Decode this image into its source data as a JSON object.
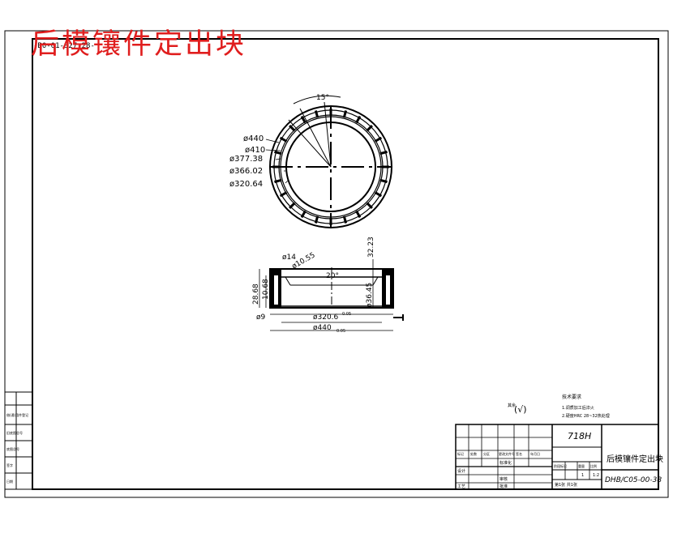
{
  "title": "后模镶件定出块",
  "drawing_id": "-B0-01-S27-28-",
  "front_view": {
    "angle_label": "15°",
    "diameters": [
      "ø440",
      "ø410",
      "ø377.38",
      "ø366.02",
      "ø320.64"
    ]
  },
  "section_view": {
    "dims": {
      "d14": "ø14",
      "d10_55": "ø10.55",
      "r32_23": "32.23",
      "angle20": "20°",
      "h28_68": "28.68",
      "h10_68": "10.68",
      "d36_45": "ø36.45",
      "d9": "ø9",
      "d320_6": "ø320.6",
      "d440": "ø440",
      "small_tol1": "0.05",
      "small_tol2": "0.05"
    }
  },
  "roughness_label": "其余",
  "tech_requirements": {
    "heading": "技术要求",
    "items": [
      "1.调质加工后淬火",
      "2.硬度HRC 28~32热处理"
    ]
  },
  "title_block": {
    "material": "718H",
    "part_name": "后模镶件定出块",
    "drawing_no": "DHB/C05-00-38",
    "scale": "1:2",
    "quantity": "1",
    "sheet_info": "第1张 共1张",
    "row_labels": [
      "标记",
      "处数",
      "分区",
      "更改文件号",
      "签名",
      "年月日"
    ],
    "role_labels": [
      "设计",
      "审核",
      "工艺",
      "标准化",
      "批准"
    ],
    "header_labels": [
      "阶段标记",
      "重量",
      "比例"
    ]
  },
  "side_panel": {
    "labels": [
      "借(通)用件登记",
      "旧底图总号",
      "底图总号",
      "签字",
      "日期"
    ]
  }
}
